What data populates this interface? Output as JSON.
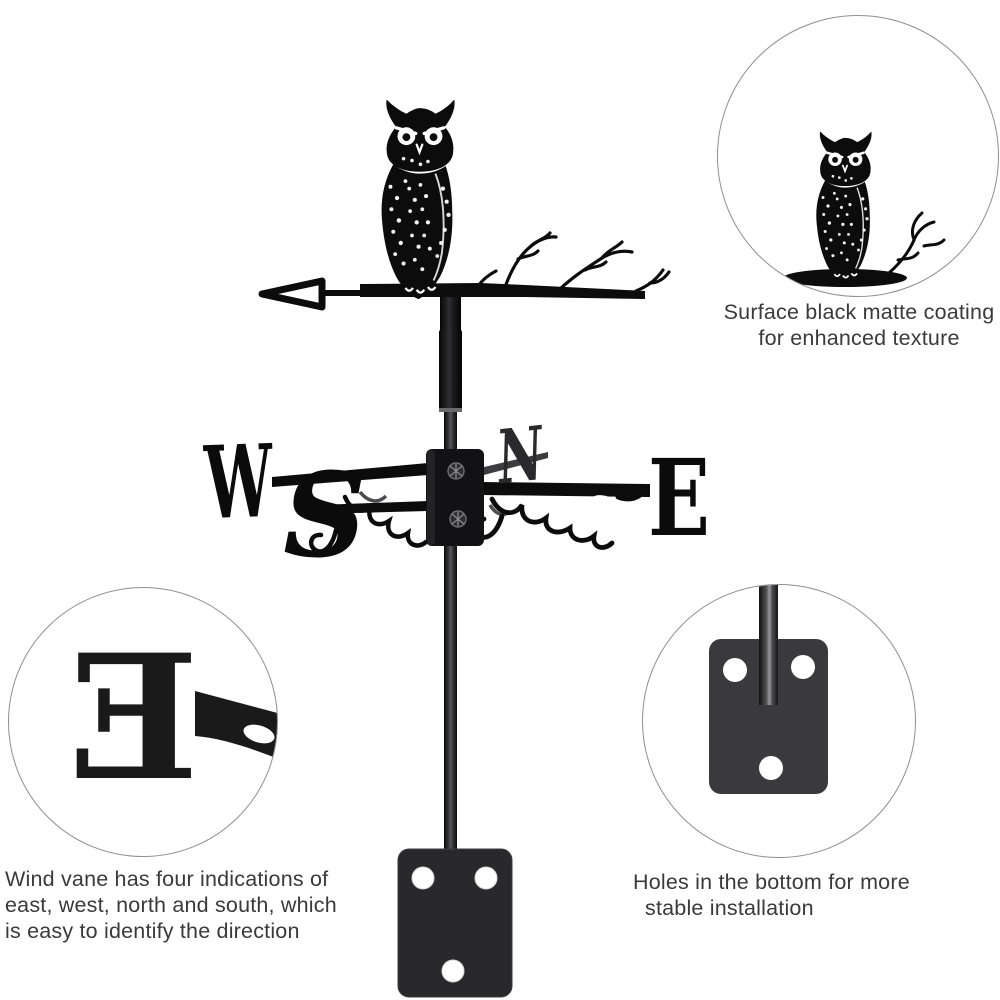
{
  "vane": {
    "letters": {
      "west": "W",
      "north": "N",
      "east": "E",
      "south": "S"
    }
  },
  "closeup": {
    "letter": "E"
  },
  "callouts": {
    "coating": {
      "lines": [
        "Surface black matte coating",
        "for enhanced texture"
      ]
    },
    "directions": {
      "lines": [
        "Wind vane has four indications of",
        "east, west, north and south, which",
        "is easy to identify the direction"
      ]
    },
    "mounting": {
      "lines": [
        "Holes in the bottom for more",
        "stable installation"
      ]
    }
  },
  "colors": {
    "silhouette": "#0c0c0d",
    "text": "#3a3a3a",
    "circle_border": "#8f8f8f",
    "base_plate": "#29292b",
    "bracket_plate": "#3a3a3c"
  }
}
